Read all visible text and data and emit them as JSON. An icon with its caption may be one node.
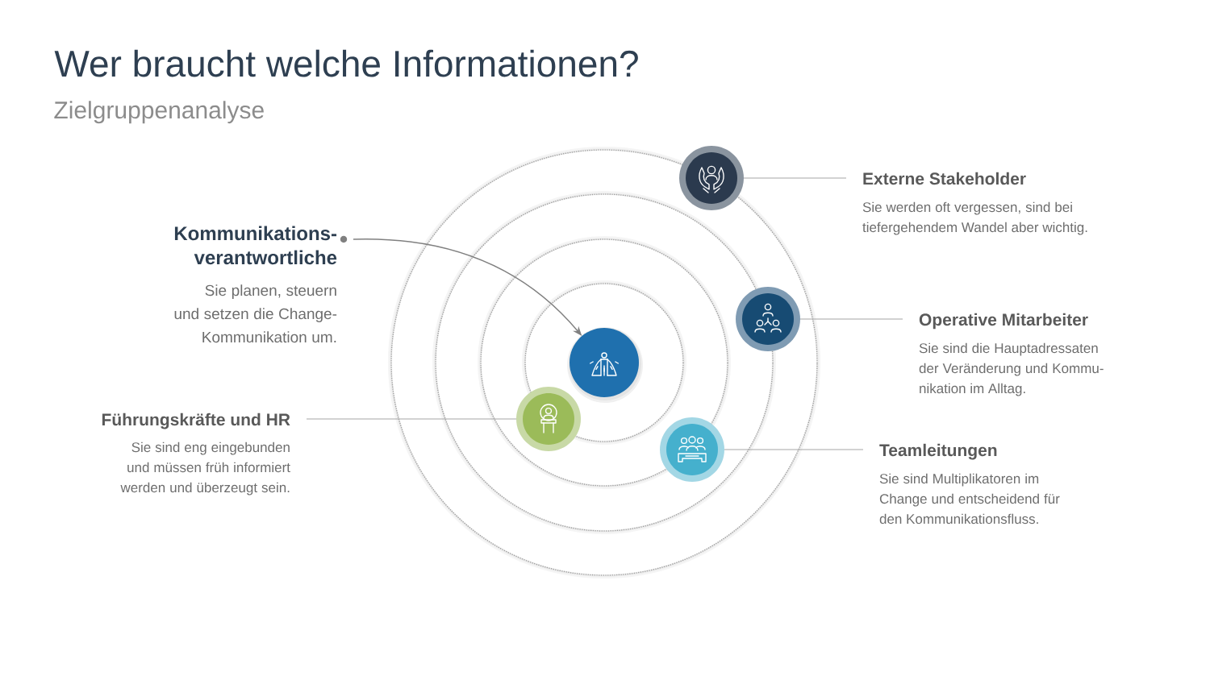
{
  "diagram": {
    "title": "Wer braucht welche Informationen?",
    "nodes": [
      {
        "text": [],
        "shape": "circle"
      },
      {
        "text": [
          "Externe Stakeholder",
          "Sie werden oft vergessen, sind bei tiefergehendem Wandel aber wichtig."
        ]
      },
      {
        "text": [
          "Kommunikations- verantwortliche",
          "Sie planen, steuern und setzen die Change- Kommunikation um."
        ]
      },
      {
        "text": [],
        "shape": "circle"
      },
      {
        "text": [
          "Operative Mitarbeiter",
          "Sie sind die Hauptadressaten der Veränderung und Kommu- nikation im Alltag."
        ]
      },
      {
        "text": [],
        "shape": "circle"
      },
      {
        "text": [],
        "shape": "circle"
      },
      {
        "text": [
          "Führungskräfte und HR",
          "Sie sind eng eingebunden und müssen früh informiert werden und überzeugt sein."
        ]
      },
      {
        "text": [],
        "shape": "circle"
      },
      {
        "text": [
          "Teamleitungen",
          "Sie sind Multiplikatoren im Change und entscheidend für den Kommunikationsfluss."
        ]
      }
    ],
    "edges": [
      {
        "from": 1,
        "to": 0,
        "arrow": "none"
      },
      {
        "from": 2,
        "to": 5,
        "arrow": "to",
        "color": "#808080"
      },
      {
        "from": 4,
        "to": 3,
        "arrow": "none"
      },
      {
        "from": 7,
        "to": 6,
        "arrow": "none"
      },
      {
        "from": 9,
        "to": 8,
        "arrow": "none"
      }
    ],
    "labels": [
      "Zielgruppenanalyse"
    ]
  }
}
